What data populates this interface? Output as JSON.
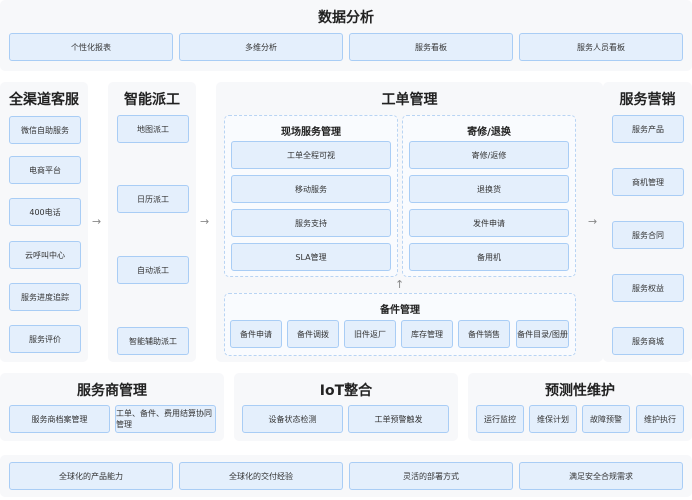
{
  "data_analysis": {
    "title": "数据分析",
    "items": [
      "个性化报表",
      "多维分析",
      "服务看板",
      "服务人员看板"
    ]
  },
  "omni_channel": {
    "title": "全渠道客服",
    "items": [
      "微信自助服务",
      "电商平台",
      "400电话",
      "云呼叫中心",
      "服务进度追踪",
      "服务评价"
    ]
  },
  "smart_dispatch": {
    "title": "智能派工",
    "items": [
      "地图派工",
      "日历派工",
      "自动派工",
      "智能辅助派工"
    ]
  },
  "work_order": {
    "title": "工单管理",
    "field_service": {
      "title": "现场服务管理",
      "items": [
        "工单全程可视",
        "移动服务",
        "服务支持",
        "SLA管理"
      ]
    },
    "repair_return": {
      "title": "寄修/退换",
      "items": [
        "寄修/返修",
        "退换货",
        "发件申请",
        "备用机"
      ]
    },
    "spare_parts": {
      "title": "备件管理",
      "items": [
        "备件申请",
        "备件调拨",
        "旧件返厂",
        "库存管理",
        "备件销售",
        "备件目录/图册"
      ]
    }
  },
  "service_marketing": {
    "title": "服务营销",
    "items": [
      "服务产品",
      "商机管理",
      "服务合同",
      "服务权益",
      "服务商城"
    ]
  },
  "provider_mgmt": {
    "title": "服务商管理",
    "items": [
      "服务商档案管理",
      "工单、备件、费用结算协同管理"
    ]
  },
  "iot": {
    "title": "IoT整合",
    "items": [
      "设备状态检测",
      "工单预警触发"
    ]
  },
  "predictive": {
    "title": "预测性维护",
    "items": [
      "运行监控",
      "维保计划",
      "故障预警",
      "维护执行"
    ]
  },
  "capabilities": {
    "items": [
      "全球化的产品能力",
      "全球化的交付经验",
      "灵活的部署方式",
      "满足安全合规需求"
    ]
  },
  "arrows": {
    "right": "→",
    "up": "↑"
  }
}
